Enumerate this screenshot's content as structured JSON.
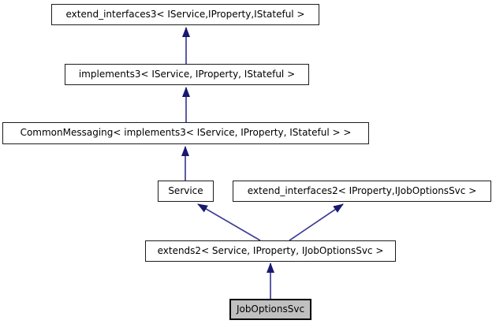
{
  "diagram": {
    "type": "class-inheritance-graph",
    "arrow_direction": "derived-to-base-upward",
    "nodes": [
      {
        "id": "extend_interfaces3",
        "label": "extend_interfaces3< IService,IProperty,IStateful >",
        "highlighted": false
      },
      {
        "id": "implements3",
        "label": "implements3< IService, IProperty, IStateful >",
        "highlighted": false
      },
      {
        "id": "CommonMessaging",
        "label": "CommonMessaging< implements3< IService, IProperty, IStateful > >",
        "highlighted": false
      },
      {
        "id": "Service",
        "label": "Service",
        "highlighted": false
      },
      {
        "id": "extend_interfaces2",
        "label": "extend_interfaces2< IProperty,IJobOptionsSvc >",
        "highlighted": false
      },
      {
        "id": "extends2",
        "label": "extends2< Service, IProperty, IJobOptionsSvc >",
        "highlighted": false
      },
      {
        "id": "JobOptionsSvc",
        "label": "JobOptionsSvc",
        "highlighted": true
      }
    ],
    "edges": [
      {
        "from": "implements3",
        "to": "extend_interfaces3"
      },
      {
        "from": "CommonMessaging",
        "to": "implements3"
      },
      {
        "from": "Service",
        "to": "CommonMessaging"
      },
      {
        "from": "extends2",
        "to": "Service"
      },
      {
        "from": "extends2",
        "to": "extend_interfaces2"
      },
      {
        "from": "JobOptionsSvc",
        "to": "extends2"
      }
    ],
    "colors": {
      "arrow_head": "#191970",
      "arrow_shaft": "#3f3f94",
      "node_border": "#1d1d1d",
      "node_fill": "#ffffff",
      "highlight_fill": "#c0c0c0",
      "text": "#000000",
      "background": "#ffffff"
    }
  }
}
